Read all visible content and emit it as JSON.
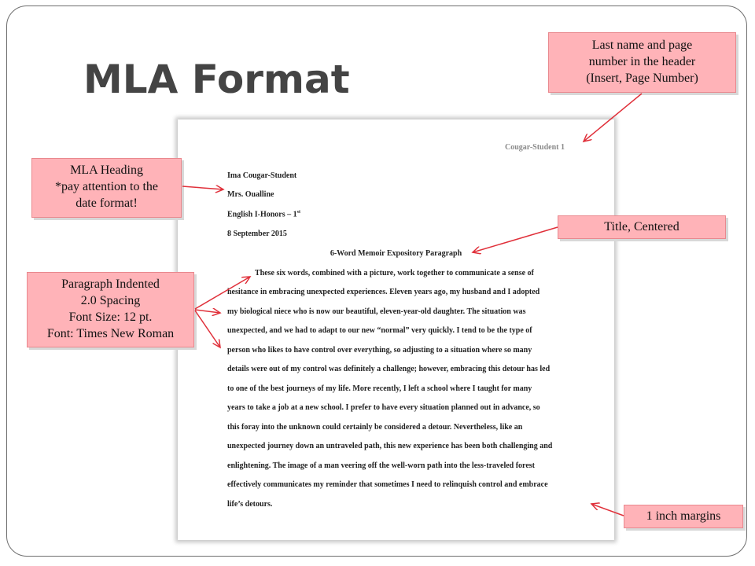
{
  "slide": {
    "title": "MLA Format"
  },
  "document": {
    "header": "Cougar-Student 1",
    "heading": {
      "name": "Ima Cougar-Student",
      "teacher": "Mrs. Oualline",
      "course": "English I-Honors – 1",
      "course_sup": "st",
      "date": "8 September 2015"
    },
    "title": "6-Word Memoir Expository Paragraph",
    "paragraph_lines": [
      "These six words, combined with a picture, work together to communicate a sense of",
      "hesitance in embracing unexpected experiences.  Eleven years ago, my husband and I adopted",
      "my biological niece who is now our beautiful, eleven-year-old daughter.  The situation was",
      "unexpected, and we had to adapt to our new “normal” very quickly.  I tend to be the type of",
      "person who likes to have control over everything, so adjusting to a situation where so many",
      "details were out of my control was definitely a challenge; however, embracing this detour has led",
      "to one of the best journeys of my life.  More recently, I left a school where I taught for many",
      "years to take a job at a new school.  I prefer to have every situation planned out in advance, so",
      "this foray into the unknown could certainly be considered a detour.  Nevertheless, like an",
      "unexpected journey down an untraveled path, this new experience has been both challenging and",
      "enlightening.  The image of a man veering off the well-worn path into the less-traveled forest",
      "effectively communicates my reminder that sometimes I need to relinquish control and embrace",
      "life’s detours."
    ]
  },
  "callouts": {
    "header_note": [
      "Last name and page",
      "number in the header",
      "(Insert, Page Number)"
    ],
    "heading_note": [
      "MLA Heading",
      "*pay attention to the",
      "date format!"
    ],
    "title_note": [
      "Title, Centered"
    ],
    "paragraph_note": [
      "Paragraph Indented",
      "2.0 Spacing",
      "Font Size: 12 pt.",
      "Font: Times New Roman"
    ],
    "margins_note": [
      "1 inch margins"
    ]
  },
  "colors": {
    "callout_fill": "#ffb3b8",
    "arrow": "#e0303a",
    "title_text": "#444444"
  }
}
